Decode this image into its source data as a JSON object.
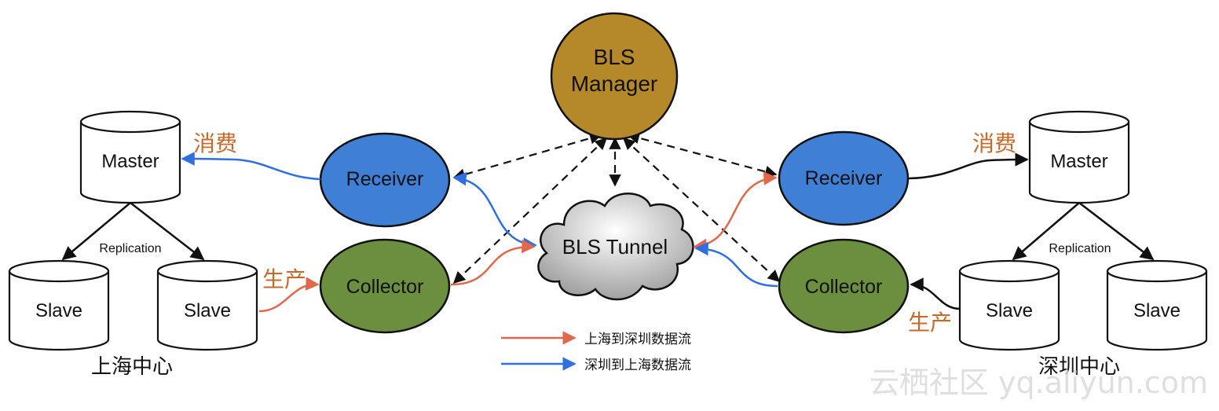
{
  "manager": {
    "label_line1": "BLS",
    "label_line2": "Manager"
  },
  "tunnel": {
    "label": "BLS Tunnel"
  },
  "shanghai": {
    "center_label": "上海中心",
    "master": "Master",
    "slave1": "Slave",
    "slave2": "Slave",
    "replication": "Replication",
    "receiver": "Receiver",
    "collector": "Collector",
    "consume": "消费",
    "produce": "生产"
  },
  "shenzhen": {
    "center_label": "深圳中心",
    "master": "Master",
    "slave1": "Slave",
    "slave2": "Slave",
    "replication": "Replication",
    "receiver": "Receiver",
    "collector": "Collector",
    "consume": "消费",
    "produce": "生产"
  },
  "legend": [
    {
      "label": "上海到深圳数据流",
      "color": "#e0694c"
    },
    {
      "label": "深圳到上海数据流",
      "color": "#2f6fe0"
    }
  ],
  "watermark": "云栖社区 yq.aliyun.com",
  "colors": {
    "manager": "#b5882a",
    "receiver": "#3f7fd6",
    "collector": "#6b8f3e",
    "red_flow": "#e0694c",
    "blue_flow": "#2f6fe0",
    "label_orange": "#c8692a"
  }
}
